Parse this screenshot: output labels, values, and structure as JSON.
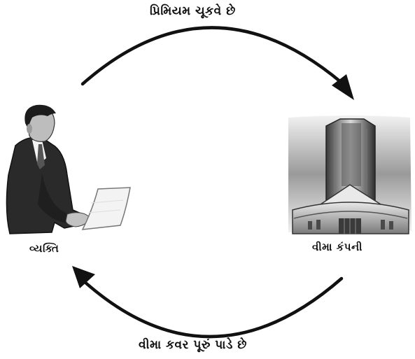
{
  "diagram": {
    "top_arrow_label": "પ્રિમિયમ ચૂકવે છે",
    "bottom_arrow_label": "વીમા કવર પૂરું પાડે છે",
    "person_label": "વ્યક્તિ",
    "company_label": "વીમા કંપની"
  },
  "icons": {
    "person": "businessman-holding-paper-icon",
    "company": "insurance-company-building-icon"
  }
}
